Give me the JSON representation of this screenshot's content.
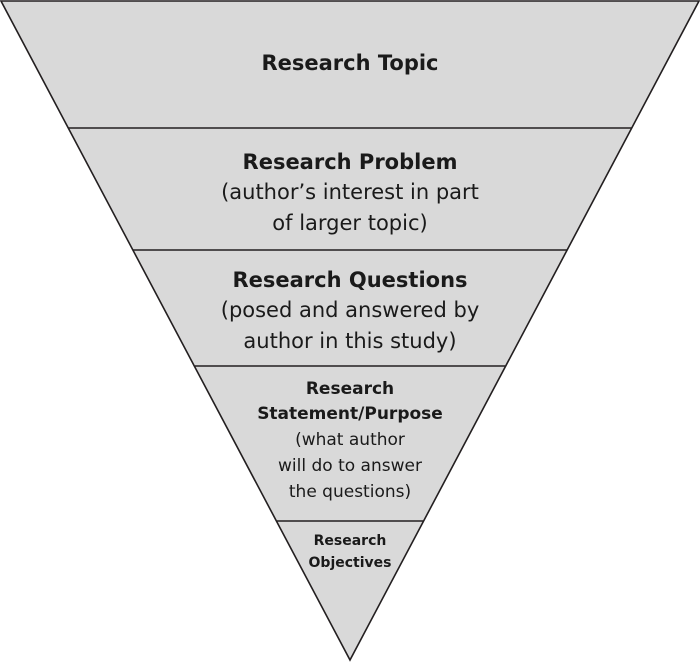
{
  "funnel": {
    "colors": {
      "fill": "#d9d9d9",
      "stroke": "#231f20"
    },
    "levels": [
      {
        "title": "Research Topic"
      },
      {
        "title": "Research Problem",
        "desc_lines": [
          "(author’s interest in part",
          "of larger topic)"
        ]
      },
      {
        "title": "Research Questions",
        "desc_lines": [
          "(posed and answered by",
          "author in this study)"
        ]
      },
      {
        "title_lines": [
          "Research",
          "Statement/Purpose"
        ],
        "desc_lines": [
          "(what author",
          "will do to answer",
          "the questions)"
        ]
      },
      {
        "title_lines": [
          "Research",
          "Objectives"
        ]
      }
    ]
  }
}
